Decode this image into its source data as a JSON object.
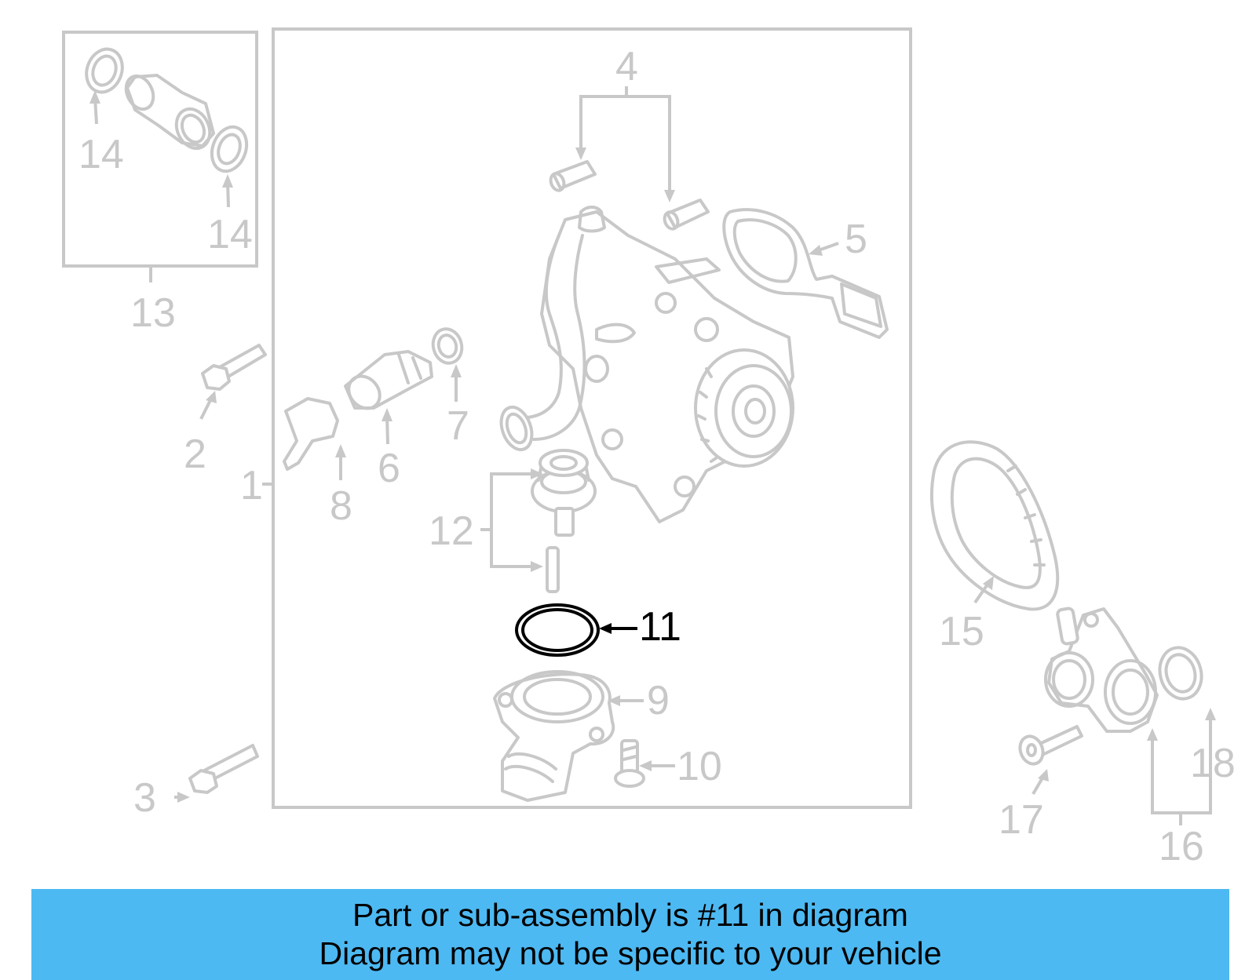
{
  "callouts": {
    "c1": "1",
    "c2": "2",
    "c3": "3",
    "c4": "4",
    "c5": "5",
    "c6": "6",
    "c7": "7",
    "c8": "8",
    "c9": "9",
    "c10": "10",
    "c11": "11",
    "c12": "12",
    "c13": "13",
    "c14a": "14",
    "c14b": "14",
    "c15": "15",
    "c16": "16",
    "c17": "17",
    "c18": "18"
  },
  "highlighted_part": "11",
  "colors": {
    "banner": "#4db9f2",
    "faded_part": "#c8c8c8",
    "highlight": "#000000"
  },
  "banner": {
    "line1": "Part or sub-assembly is #11 in diagram",
    "line2": "Diagram may not be specific to your vehicle"
  }
}
